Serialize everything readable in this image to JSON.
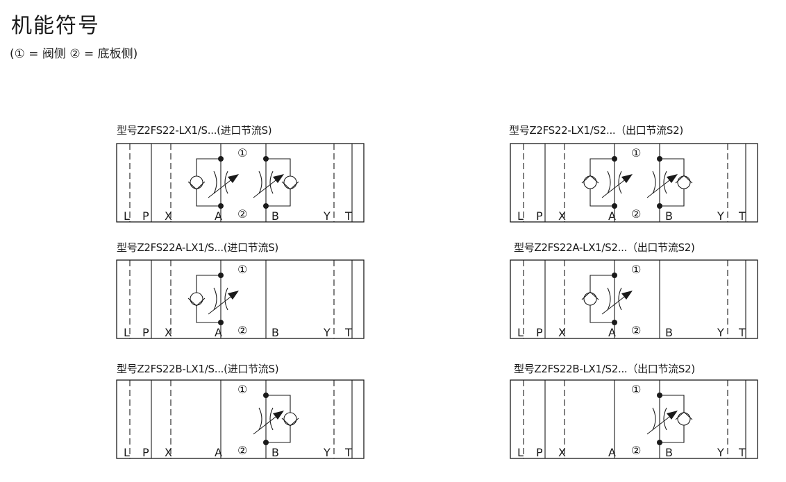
{
  "title": "机能符号",
  "subtitle": "(① = 阀侧  ② = 底板侧)",
  "ports": [
    "L",
    "P",
    "X",
    "A",
    "B",
    "Y",
    "T"
  ],
  "side_marks": {
    "valve": "①",
    "plate": "②"
  },
  "diagrams": [
    {
      "caption": "型号Z2FS22-LX1/S...(进口节流S)",
      "valves": [
        "A",
        "B"
      ],
      "throttle": "inlet"
    },
    {
      "caption": "型号Z2FS22-LX1/S2...（出口节流S2)",
      "valves": [
        "A",
        "B"
      ],
      "throttle": "outlet"
    },
    {
      "caption": "型号Z2FS22A-LX1/S...(进口节流S)",
      "valves": [
        "A"
      ],
      "throttle": "inlet"
    },
    {
      "caption": "型号Z2FS22A-LX1/S2...（出口节流S2)",
      "valves": [
        "A"
      ],
      "throttle": "outlet"
    },
    {
      "caption": "型号Z2FS22B-LX1/S...(进口节流S)",
      "valves": [
        "B"
      ],
      "throttle": "inlet"
    },
    {
      "caption": "型号Z2FS22B-LX1/S2...（出口节流S2)",
      "valves": [
        "B"
      ],
      "throttle": "outlet"
    }
  ]
}
